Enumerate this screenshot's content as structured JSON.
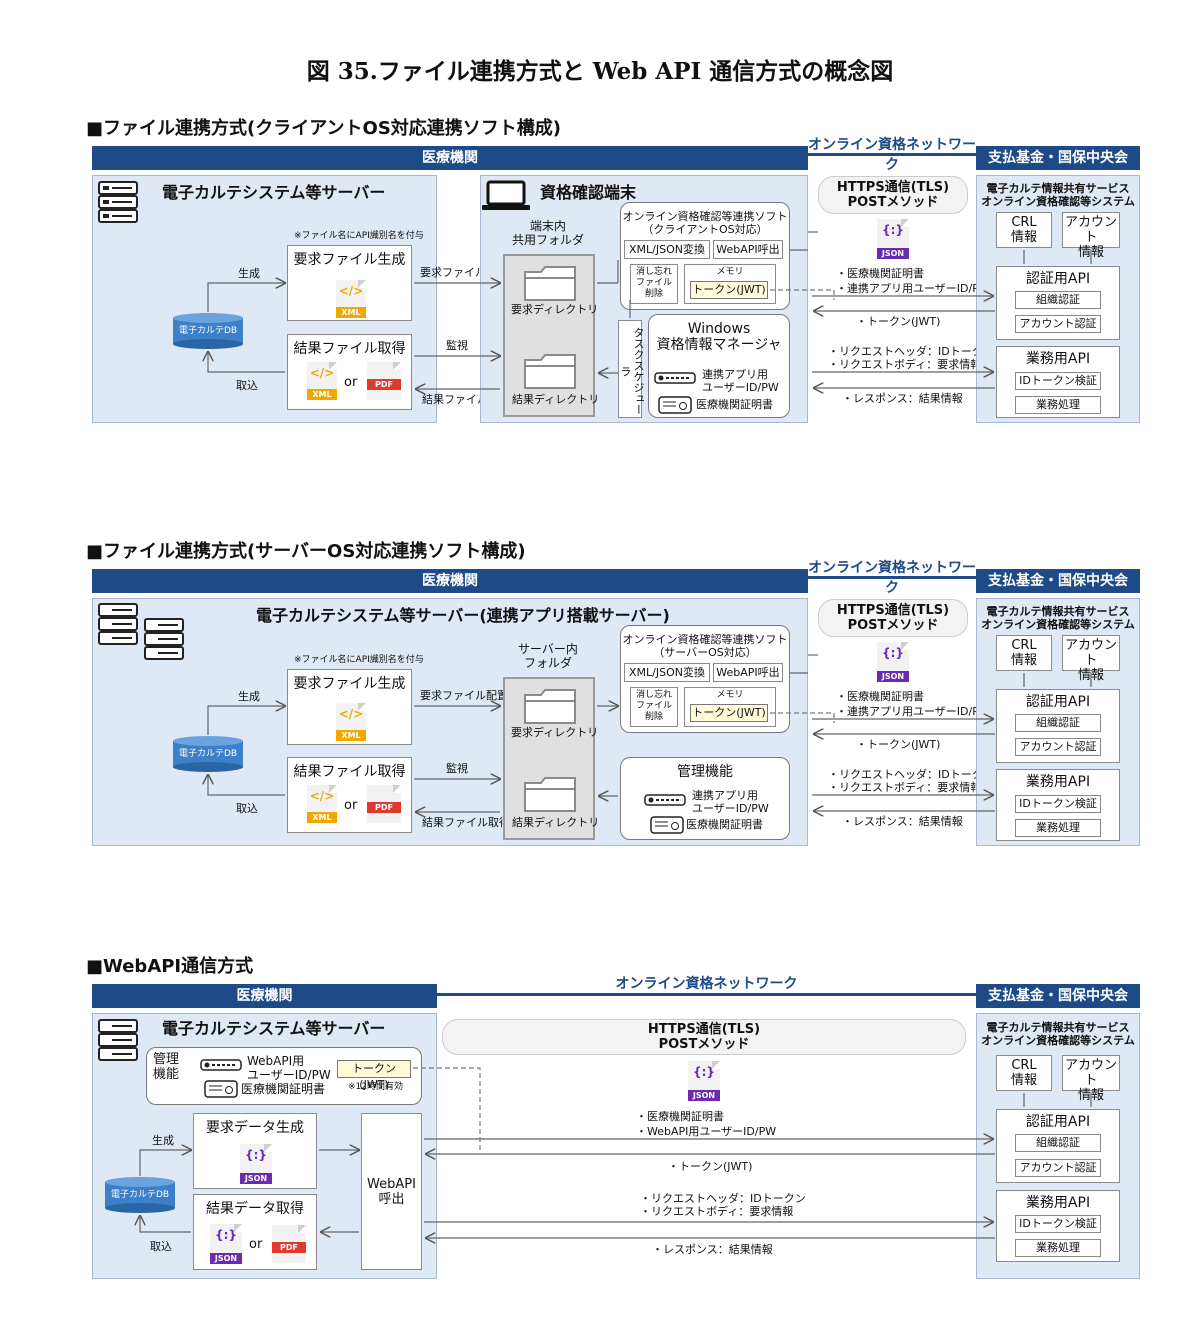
{
  "title": "図 35.ファイル連携方式と Web API 通信方式の概念図",
  "colors": {
    "header_bar": "#1e4b87",
    "panel": "#dfe8f5",
    "jwt_box": "#fdfbd8",
    "xml_tag": "#f0a800",
    "pdf_tag": "#e03a2e",
    "json_tag": "#6a2bb0"
  },
  "icons": [
    "server-icon",
    "laptop-icon",
    "database-icon",
    "folder-icon",
    "xml-file-icon",
    "pdf-file-icon",
    "json-file-icon",
    "key-card-icon",
    "certificate-card-icon"
  ],
  "common": {
    "medical": "医療機関",
    "network": "オンライン資格ネットワーク",
    "fund": "支払基金・国保中央会",
    "https1": "HTTPS通信(TLS)",
    "https2": "POSTメソッド",
    "json": "JSON",
    "json_glyph": "{:}",
    "xml": "XML",
    "xml_glyph": "</>",
    "pdf": "PDF",
    "or": "or",
    "db": "電子カルテDB",
    "gen": "生成",
    "fetch": "取込",
    "req_file": "要求ファイル生成",
    "res_file": "結果ファイル取得",
    "fname_note": "※ファイル名にAPI識別名を付与",
    "req_place": "要求ファイル配置",
    "watch": "監視",
    "res_get": "結果ファイル取得",
    "req_dir": "要求ディレクトリ",
    "res_dir": "結果ディレクトリ",
    "xmljson": "XML/JSON変換",
    "webapi_call": "WebAPI呼出",
    "delete1": "消し忘れ",
    "delete2": "ファイル",
    "delete3": "削除",
    "memory": "メモリ",
    "token": "トークン(JWT)",
    "cred1": "連携アプリ用",
    "cred2": "ユーザーID/PW",
    "cert": "医療機関証明書",
    "msg_cert": "・医療機関証明書",
    "msg_user": "・連携アプリ用ユーザーID/PW",
    "msg_token": "・トークン(JWT)",
    "msg_header": "・リクエストヘッダ：IDトークン",
    "msg_body": "・リクエストボディ：要求情報",
    "msg_resp": "・レスポンス：結果情報",
    "sys1": "電子カルテ情報共有サービス",
    "sys2": "オンライン資格確認等システム",
    "crl1": "CRL",
    "crl2": "情報",
    "acct1": "アカウント",
    "acct2": "情報",
    "auth_api": "認証用API",
    "org_auth": "組織認証",
    "acct_auth": "アカウント認証",
    "biz_api": "業務用API",
    "id_verify": "IDトークン検証",
    "biz_proc": "業務処理"
  },
  "s1": {
    "heading": "■ファイル連携方式(クライアントOS対応連携ソフト構成)",
    "server": "電子カルテシステム等サーバー",
    "terminal": "資格確認端末",
    "shared1": "端末内",
    "shared2": "共用フォルダ",
    "soft1": "オンライン資格確認等連携ソフト",
    "soft2": "（クライアントOS対応）",
    "win1": "Windows",
    "win2": "資格情報マネージャ",
    "task": "タスクスケジューラ"
  },
  "s2": {
    "heading": "■ファイル連携方式(サーバーOS対応連携ソフト構成)",
    "server": "電子カルテシステム等サーバー(連携アプリ搭載サーバー)",
    "folder1": "サーバー内",
    "folder2": "フォルダ",
    "soft1": "オンライン資格確認等連携ソフト",
    "soft2": "（サーバーOS対応）",
    "mgmt": "管理機能"
  },
  "s3": {
    "heading": "■WebAPI通信方式",
    "server": "電子カルテシステム等サーバー",
    "mgmt1": "管理",
    "mgmt2": "機能",
    "cred1": "WebAPI用",
    "cred2": "ユーザーID/PW",
    "valid": "※12時間有効",
    "req_data": "要求データ生成",
    "res_data": "結果データ取得",
    "caller1": "WebAPI",
    "caller2": "呼出",
    "msg_user": "・WebAPI用ユーザーID/PW"
  }
}
